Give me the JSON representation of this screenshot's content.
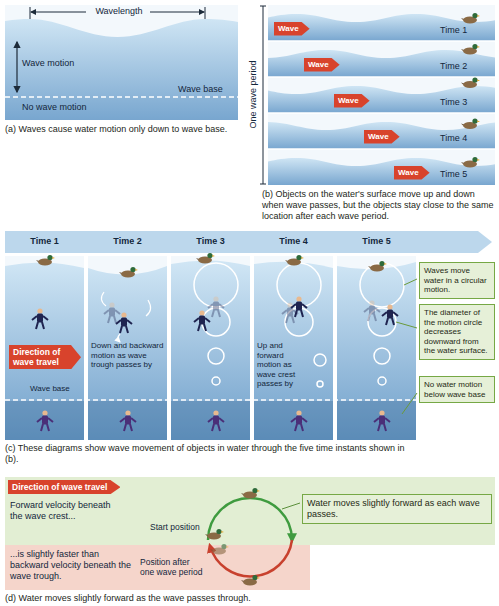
{
  "diagram": {
    "nodes": [
      {
        "text": [
          "Wave"
        ]
      },
      {
        "text": [
          "Wave"
        ]
      },
      {
        "text": [
          "Wave"
        ]
      },
      {
        "text": [
          "Wave"
        ]
      },
      {
        "text": [
          "Wave"
        ]
      },
      {
        "text": [
          "Direction of wave travel"
        ]
      },
      {
        "text": [
          "Waves move water in a circular motion."
        ]
      },
      {
        "text": [
          "The diameter of the motion circle decreases downward from the water surface."
        ]
      },
      {
        "text": [
          "No water motion below wave base"
        ]
      },
      {
        "text": [
          "Direction of wave travel"
        ]
      },
      {
        "text": [
          "Water moves slightly forward as each wave passes."
        ]
      }
    ],
    "labels": [
      "Wavelength",
      "Wave motion",
      "Wave base",
      "No wave motion",
      "(a) Waves cause water motion only down to wave base.",
      "Time 1",
      "Time 2",
      "Time 3",
      "Time 4",
      "Time 5",
      "One wave period",
      "(b) Objects on the water's surface move up and down when wave passes, but the objects stay close to the same location after each wave period.",
      "Time 1",
      "Time 2",
      "Time 3",
      "Time 4",
      "Time 5",
      "Down and backward motion as wave trough passes by",
      "Up and forward motion as wave crest passes by",
      "Wave base",
      "(c) These diagrams show wave movement of objects in water through the five time instants shown in (b).",
      "Forward velocity beneath the wave crest...",
      "...is slightly faster than backward velocity beneath the wave trough.",
      "Start position",
      "Position after one wave period",
      "(d) Water moves slightly forward as the wave passes through."
    ]
  }
}
